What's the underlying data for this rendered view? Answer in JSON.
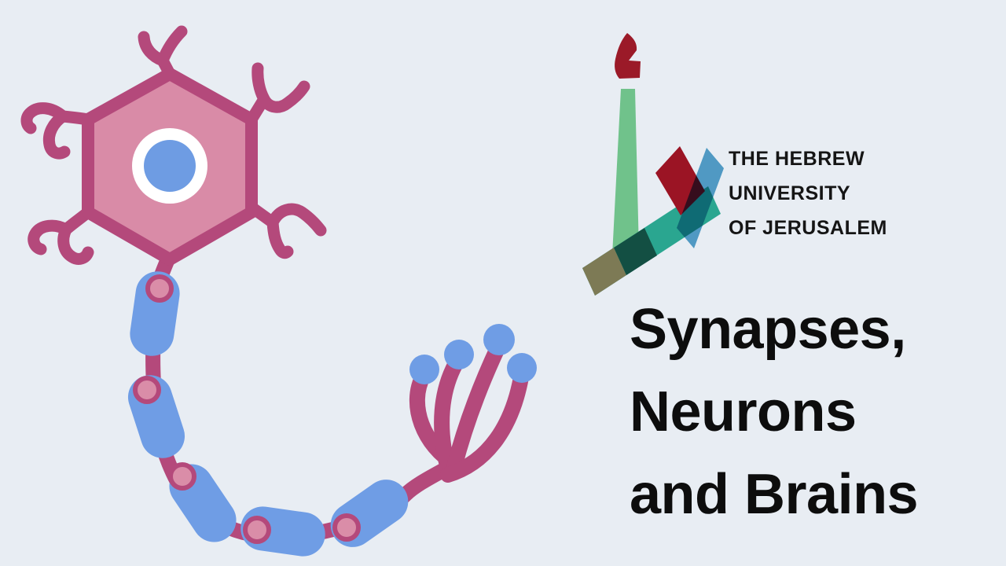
{
  "page": {
    "background": "#e8edf3"
  },
  "branding": {
    "university_name_lines": [
      "THE HEBREW",
      "UNIVERSITY",
      "OF JERUSALEM"
    ],
    "logo_colors": {
      "flame": "#9b1a28",
      "torch_column": "#70c28b",
      "ribbon_olive": "#7d7a55",
      "ribbon_dark_teal": "#134f43",
      "ribbon_teal": "#2aa690",
      "diamond_red": "#9b1424",
      "ribbon_blue": "#58a5cd",
      "text_color": "#151515"
    }
  },
  "title": {
    "lines": [
      "Synapses,",
      "Neurons",
      "and Brains"
    ],
    "color": "#0d0d0d"
  },
  "illustration": {
    "label": "stylized neuron with soma, dendrites, myelinated axon and synaptic terminal",
    "colors": {
      "membrane": "#b4497b",
      "soma_fill": "#d98ba7",
      "nucleus_ring": "#ffffff",
      "nucleus_blue": "#6e9ce3",
      "myelin_blue": "#6f9de5",
      "node_fill": "#da8da8",
      "terminal_bulb": "#6f9de5"
    }
  }
}
